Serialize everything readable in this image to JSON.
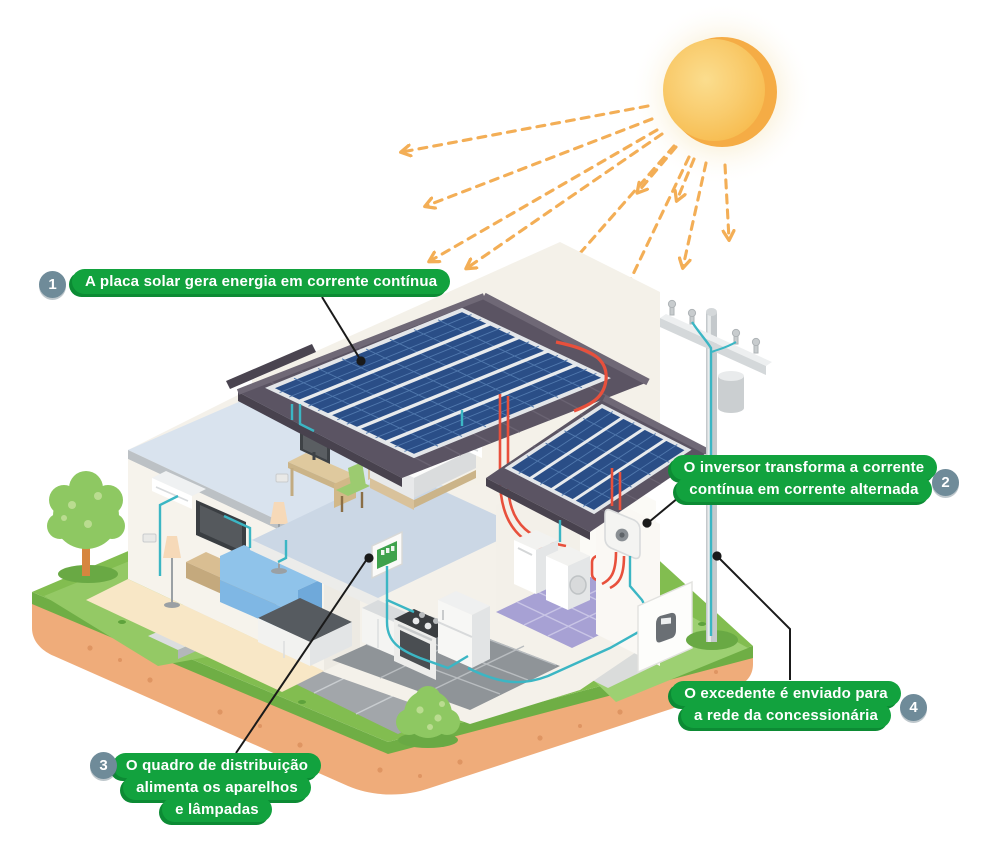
{
  "labels": [
    {
      "number": "1",
      "lines": [
        "A placa solar gera energia em corrente contínua"
      ],
      "badge_side": "left",
      "target": "solar-panel-array"
    },
    {
      "number": "2",
      "lines": [
        "O inversor transforma a corrente",
        "contínua em corrente alternada"
      ],
      "badge_side": "right",
      "target": "inverter"
    },
    {
      "number": "3",
      "lines": [
        "O quadro de distribuição",
        "alimenta os aparelhos",
        "e lâmpadas"
      ],
      "badge_side": "left",
      "target": "distribution-board"
    },
    {
      "number": "4",
      "lines": [
        "O excedente é enviado para",
        "a rede da concessionária"
      ],
      "badge_side": "right",
      "target": "utility-pole"
    }
  ],
  "elements": [
    "sun",
    "sun-rays",
    "house",
    "main-solar-array",
    "wing-solar-array",
    "inverter",
    "distribution-board",
    "energy-meter",
    "utility-pole",
    "pole-transformer",
    "power-line",
    "dc-wire-red",
    "ac-wire-teal",
    "living-room",
    "bedroom",
    "kitchen",
    "laundry-room",
    "tree",
    "bush",
    "grass-island"
  ],
  "colors": {
    "label_green": "#12A23E",
    "label_green_dark": "#0C8B34",
    "badge_slate": "#6F8B99",
    "sun_core": "#FBDD8E",
    "sun_body": "#F8C257",
    "sun_crescent": "#F5AC45",
    "ray_orange": "#F3AE56",
    "roof_dark": "#5B5463",
    "panel_blue": "#2A4E87",
    "dc_wire_red": "#E8503C",
    "ac_wire_teal": "#3BB6C4",
    "grass_green": "#82BD50",
    "soil_orange": "#EFAC7A",
    "wall_cream": "#F6F3EC",
    "connector_black": "#1A1A1A"
  }
}
